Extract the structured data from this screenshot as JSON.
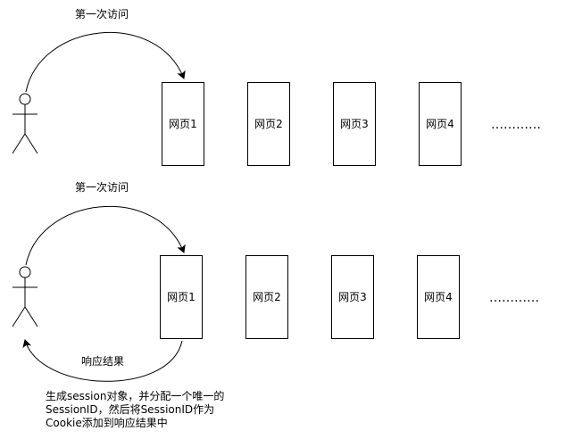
{
  "row1": {
    "arrow_label": "第一次访问",
    "pages": [
      "网页1",
      "网页2",
      "网页3",
      "网页4"
    ],
    "ellipsis": "…………"
  },
  "row2": {
    "arrow_label": "第一次访问",
    "pages": [
      "网页1",
      "网页2",
      "网页3",
      "网页4"
    ],
    "ellipsis": "…………",
    "response_label": "响应结果"
  },
  "note_lines": [
    "生成session对象，并分配一个唯一的",
    "SessionID，然后将SessionID作为",
    "Cookie添加到响应结果中"
  ]
}
